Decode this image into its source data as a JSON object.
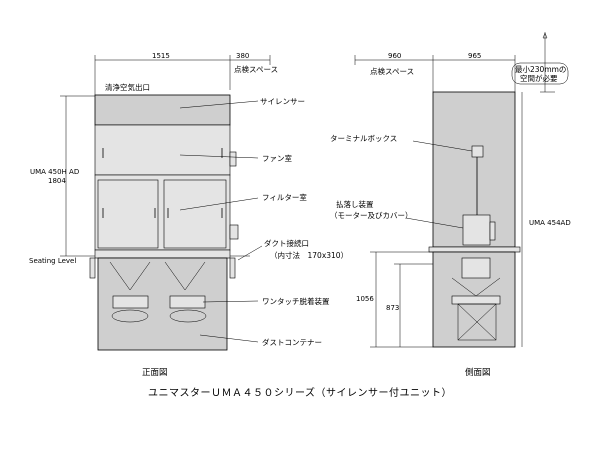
{
  "title": "ユニマスターＵＭＡ４５０シリーズ（サイレンサー付ユニット）",
  "front_view": {
    "caption": "正面図",
    "dims": {
      "width": "1515",
      "service": "380",
      "height_label_1": "UMA 450H AD",
      "height_label_2": "1804",
      "seating_level": "Seating Level"
    },
    "labels": {
      "outlet": "清浄空気出口",
      "silencer": "サイレンサー",
      "fan_room": "ファン室",
      "filter_room": "フィルター室",
      "duct_connection": "ダクト接続口",
      "inner_dimension": "（内寸法　170x310）",
      "one_touch": "ワンタッチ脱着装置",
      "dust_container": "ダストコンテナー",
      "service_space": "点検スペース"
    }
  },
  "side_view": {
    "caption": "側面図",
    "dims": {
      "depth_left": "960",
      "depth_right": "965",
      "model": "UMA 454AD",
      "h1": "1056",
      "h2": "873"
    },
    "labels": {
      "service_space": "点検スペース",
      "clearance_1": "最小230mmの",
      "clearance_2": "空間が必要",
      "terminal_box": "ターミナルボックス",
      "shaker_1": "払落し装置",
      "shaker_2": "（モーター及びカバー）"
    }
  }
}
